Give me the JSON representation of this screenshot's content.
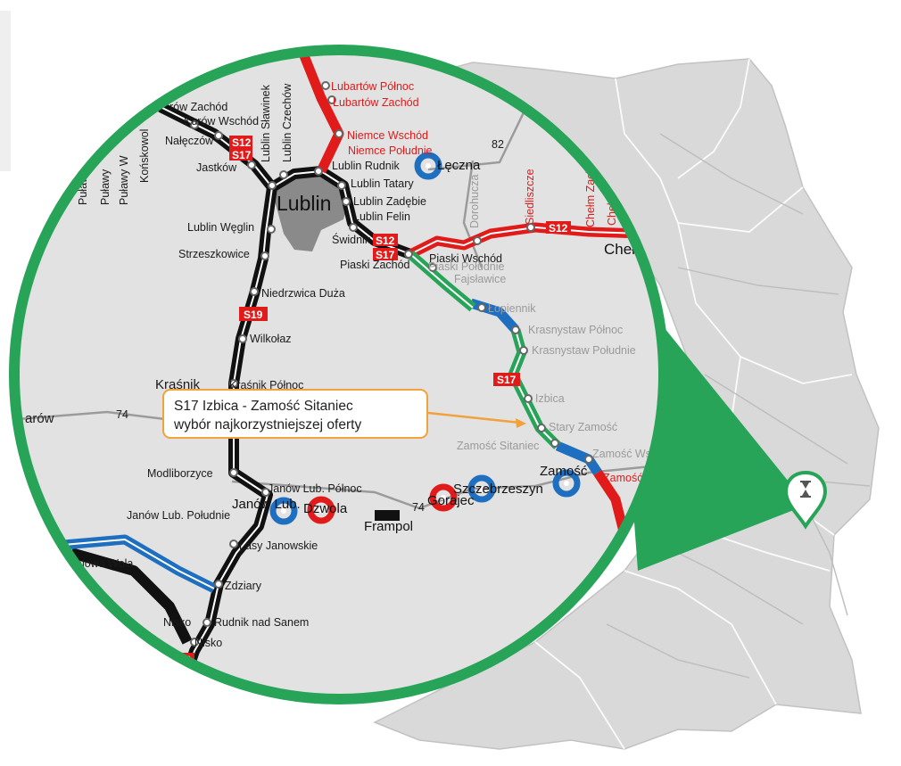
{
  "map": {
    "callout": {
      "line1": "S17 Izbica - Zamość Sitaniec",
      "line2": "wybór najkorzystniejszej oferty"
    },
    "cities": {
      "lublin": "Lublin",
      "chelm": "Chełm",
      "leczna": "Łęczna",
      "zamosc": "Zamość",
      "frampol": "Frampol",
      "szczebrzeszyn": "Szczebrzeszyn",
      "gorajec": "Gorajec",
      "dzwola": "Dzwola",
      "janow": "Janów Lub."
    },
    "shields": {
      "s12_a": "S12",
      "s17_a": "S17",
      "s12_b": "S12",
      "s17_b": "S17",
      "s12_c": "S12",
      "s19": "S19",
      "s17_c": "S17",
      "s19_d": "19"
    },
    "roads": {
      "r82": "82",
      "r74_a": "74",
      "r74_b": "74"
    },
    "labels_dark": {
      "rzow_zachod": "rów Zachód",
      "kurow_wschod": "Kurów Wschód",
      "naleczow": "Nałęczów",
      "jastkow": "Jastków",
      "lublin_slawinek": "Lublin Sławinek",
      "lublin_czechow": "Lublin Czechów",
      "lublin_rudnik": "Lublin Rudnik",
      "lublin_tatary": "Lublin Tatary",
      "lublin_zadebie": "Lublin Zadębie",
      "lublin_felin": "Lublin Felin",
      "swidnik": "Świdnik",
      "lublin_weglin": "Lublin Węglin",
      "strzeszkowice": "Strzeszkowice",
      "piaski_zachod": "Piaski Zachód",
      "piaski_wschod": "Piaski Wschód",
      "niedrzwica": "Niedrzwica Duża",
      "wilkolaz": "Wilkołaz",
      "krasnik": "Kraśnik",
      "krasnik_polnoc": "Kraśnik Północ",
      "garow": "arów",
      "modliborzyce": "Modliborzyce",
      "janow_polnoc": "Janów Lub. Północ",
      "janow_poludnie": "Janów Lub. Południe",
      "lasy_janowskie": "Lasy Janowskie",
      "zdziary": "Zdziary",
      "nisko_a": "Nisko",
      "rudnik": "Rudnik nad Sanem",
      "nisko_b": "Nisko",
      "stalowa_wola": "alowa Wola",
      "pulawy_a": "Puław",
      "pulawy_b": "Puławy",
      "pulawy_c": "Puławy W",
      "konskowola": "Końskowol"
    },
    "labels_gray": {
      "piski_poludnie": "Piaski Południe",
      "trojslawice": "Fajsławice",
      "lopiennik": "Łopiennik",
      "krasnystaw_polnoc": "Krasnystaw Północ",
      "krasnystaw_poludnie": "Krasnystaw Południe",
      "izbica": "Izbica",
      "stary_zamosc": "Stary Zamość",
      "zamosc_sitaniec": "Zamość Sitaniec",
      "zamosc_wschod_gray": "Zamość Wschód",
      "dorohucza": "Dorohucza"
    },
    "labels_red": {
      "lubartow_polnoc": "Lubartów Północ",
      "lubartow_zachod": "Lubartów Zachód",
      "niemce_wschod": "Niemce Wschód",
      "niemce_poludnie": "Niemce Południe",
      "siedliszcze": "Siedliszcze",
      "chelm_zach": "Chełm Zach",
      "chelm_r": "Chełm",
      "zamosc_wsch_red": "Zamość W"
    },
    "marker": {
      "icon": "hourglass-icon",
      "color": "#27a457"
    },
    "colors": {
      "express": "#e11a1a",
      "done": "#111111",
      "planned": "#27a457",
      "design": "#1f6fc0",
      "region": "#dcdcdc",
      "border": "#d0d0d0"
    }
  }
}
